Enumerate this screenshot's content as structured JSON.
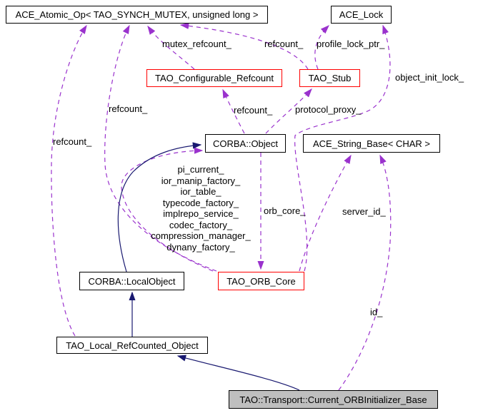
{
  "diagram": {
    "kind": "doxygen-collaboration-graph",
    "colors": {
      "usage_edge": "#9a32cd",
      "inheritance_edge": "#191970",
      "node_border": "#000000",
      "truncated_node_border": "#ff0000",
      "main_node_fill": "#bfbfbf",
      "background": "#ffffff"
    },
    "nodes": [
      {
        "id": "ace-atomic-op",
        "label": "ACE_Atomic_Op< TAO_SYNCH_MUTEX, unsigned long >"
      },
      {
        "id": "ace-lock",
        "label": "ACE_Lock"
      },
      {
        "id": "tao-configurable-refcount",
        "label": "TAO_Configurable_Refcount"
      },
      {
        "id": "tao-stub",
        "label": "TAO_Stub"
      },
      {
        "id": "corba-object",
        "label": "CORBA::Object"
      },
      {
        "id": "ace-string-base",
        "label": "ACE_String_Base< CHAR >"
      },
      {
        "id": "corba-localobject",
        "label": "CORBA::LocalObject"
      },
      {
        "id": "tao-orb-core",
        "label": "TAO_ORB_Core"
      },
      {
        "id": "tao-local-refcounted-object",
        "label": "TAO_Local_RefCounted_Object"
      },
      {
        "id": "current-orbinitializer-base",
        "label": "TAO::Transport::Current_ORBInitializer_Base"
      }
    ],
    "edges": [
      {
        "from": "tao-configurable-refcount",
        "to": "ace-atomic-op",
        "kind": "usage",
        "label": "mutex_refcount_"
      },
      {
        "from": "tao-stub",
        "to": "ace-atomic-op",
        "kind": "usage",
        "label": "refcount_"
      },
      {
        "from": "tao-stub",
        "to": "ace-lock",
        "kind": "usage",
        "label": "profile_lock_ptr_"
      },
      {
        "from": "tao-orb-core",
        "to": "ace-lock",
        "kind": "usage",
        "label": "object_init_lock_"
      },
      {
        "from": "tao-orb-core",
        "to": "ace-atomic-op",
        "kind": "usage",
        "label": "refcount_"
      },
      {
        "from": "corba-object",
        "to": "tao-configurable-refcount",
        "kind": "usage",
        "label": "refcount_"
      },
      {
        "from": "corba-object",
        "to": "tao-stub",
        "kind": "usage",
        "label": "protocol_proxy_"
      },
      {
        "from": "tao-local-refcounted-object",
        "to": "ace-atomic-op",
        "kind": "usage",
        "label": "refcount_"
      },
      {
        "from": "tao-orb-core",
        "to": "corba-object",
        "kind": "usage",
        "label": "pi_current_\nior_manip_factory_\nior_table_\ntypecode_factory_\nimplrepo_service_\ncodec_factory_\ncompression_manager_\ndynany_factory_"
      },
      {
        "from": "corba-object",
        "to": "tao-orb-core",
        "kind": "usage",
        "label": "orb_core_"
      },
      {
        "from": "tao-orb-core",
        "to": "ace-string-base",
        "kind": "usage",
        "label": "server_id_"
      },
      {
        "from": "current-orbinitializer-base",
        "to": "ace-string-base",
        "kind": "usage",
        "label": "id_"
      },
      {
        "from": "corba-localobject",
        "to": "corba-object",
        "kind": "inheritance",
        "label": ""
      },
      {
        "from": "tao-local-refcounted-object",
        "to": "corba-localobject",
        "kind": "inheritance",
        "label": ""
      },
      {
        "from": "current-orbinitializer-base",
        "to": "tao-local-refcounted-object",
        "kind": "inheritance",
        "label": ""
      }
    ]
  }
}
